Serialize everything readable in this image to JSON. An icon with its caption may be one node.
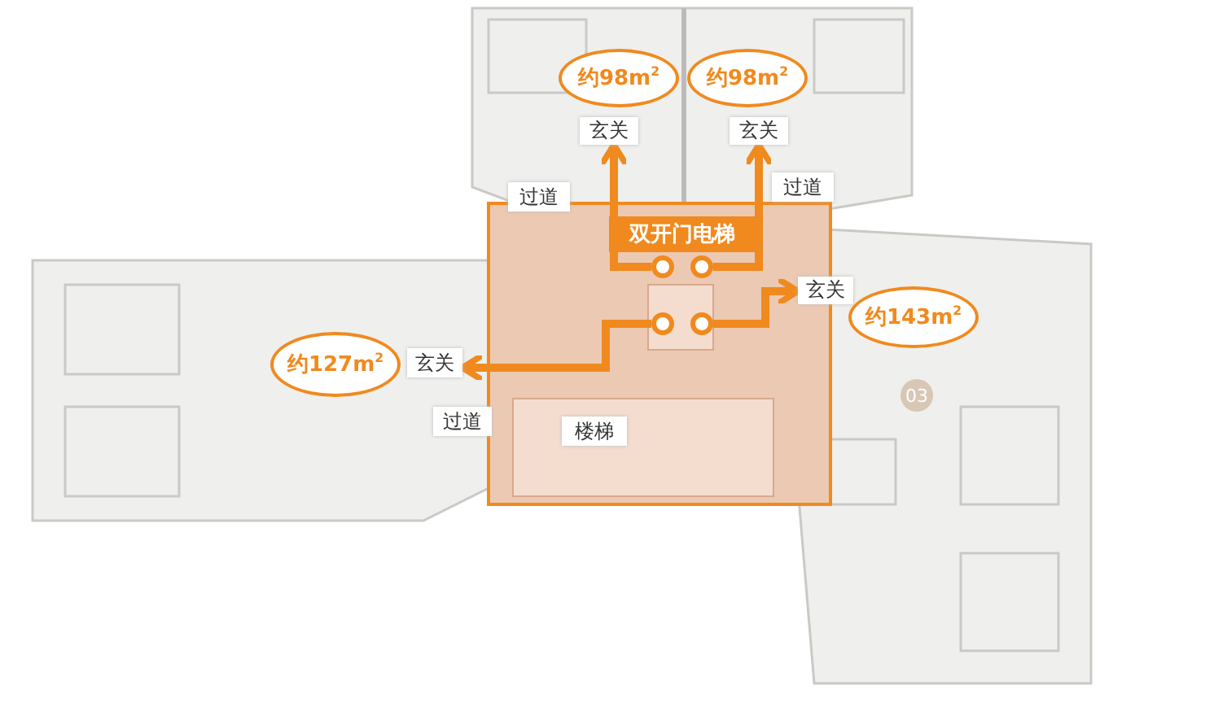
{
  "diagram": {
    "nodes": [
      {
        "text": [
          "约98m$^{2}$"
        ]
      },
      {
        "text": [
          "约98m$^{2}$"
        ]
      },
      {
        "text": [
          "玄关"
        ]
      },
      {
        "text": [
          "玄关"
        ]
      },
      {
        "text": [
          "过道"
        ]
      },
      {
        "text": [
          "过道"
        ]
      },
      {
        "text": [
          "双开门电梯"
        ]
      },
      {
        "text": [],
        "shape": "circle"
      },
      {
        "text": [],
        "shape": "circle"
      },
      {
        "text": [
          "玄关"
        ]
      },
      {
        "text": [
          "约143m$^{2}$"
        ]
      },
      {
        "text": [],
        "shape": "circle"
      },
      {
        "text": [],
        "shape": "circle"
      },
      {
        "text": [
          "约127m$^{2}$"
        ]
      },
      {
        "text": [
          "玄关"
        ]
      },
      {
        "text": [
          "楼梯"
        ]
      },
      {
        "text": [
          "过道"
        ]
      }
    ],
    "edges": [
      {
        "from": 7,
        "to": 2,
        "arrow": "to"
      },
      {
        "from": 8,
        "to": 3,
        "arrow": "to"
      },
      {
        "from": 11,
        "to": 14,
        "arrow": "to"
      },
      {
        "from": 12,
        "to": 9,
        "arrow": "to"
      }
    ],
    "labels": [
      "03"
    ]
  }
}
